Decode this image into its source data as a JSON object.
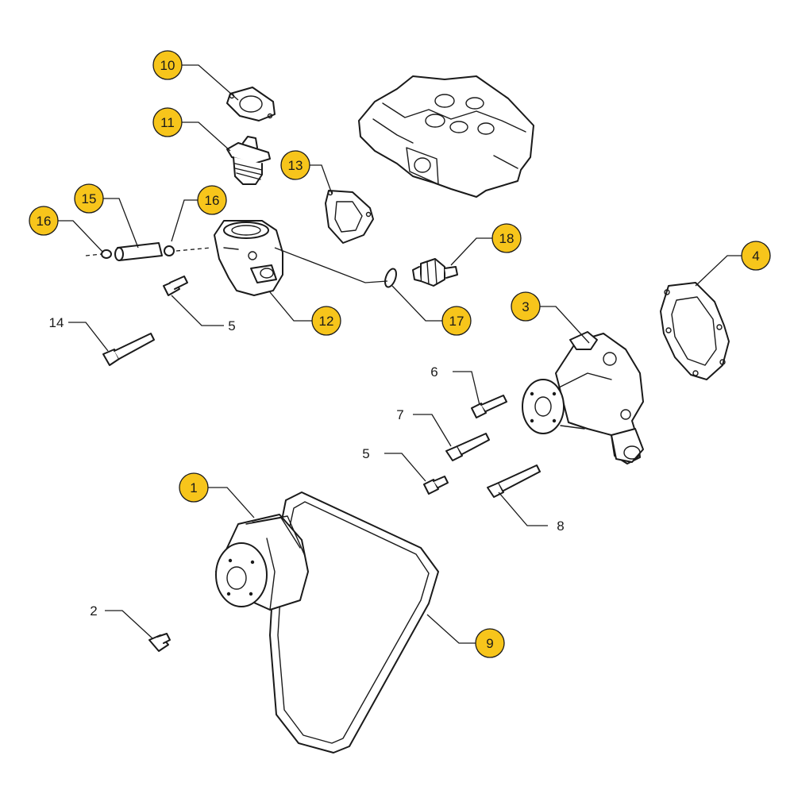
{
  "callout_color": "#F7C51B",
  "highlighted_callouts": [
    {
      "label": "1"
    },
    {
      "label": "3"
    },
    {
      "label": "4"
    },
    {
      "label": "9"
    },
    {
      "label": "10"
    },
    {
      "label": "11"
    },
    {
      "label": "12"
    },
    {
      "label": "13"
    },
    {
      "label": "15"
    },
    {
      "label": "16"
    },
    {
      "label": "16"
    },
    {
      "label": "17"
    },
    {
      "label": "18"
    }
  ],
  "plain_callouts": [
    {
      "label": "2"
    },
    {
      "label": "5"
    },
    {
      "label": "5"
    },
    {
      "label": "6"
    },
    {
      "label": "7"
    },
    {
      "label": "8"
    },
    {
      "label": "14"
    }
  ]
}
